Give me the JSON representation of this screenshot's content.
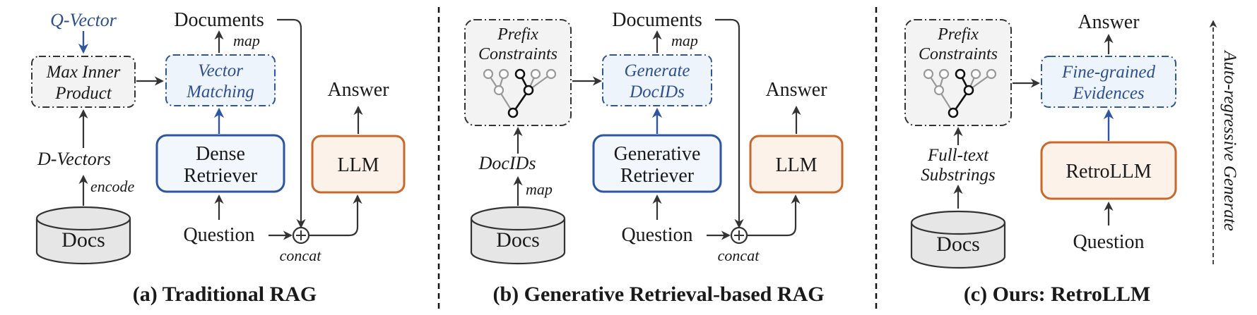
{
  "panel_a": {
    "caption": "(a) Traditional RAG",
    "q_vector": "Q-Vector",
    "max_inner_1": "Max Inner",
    "max_inner_2": "Product",
    "vector_matching_1": "Vector",
    "vector_matching_2": "Matching",
    "documents": "Documents",
    "map": "map",
    "d_vectors": "D-Vectors",
    "encode": "encode",
    "docs": "Docs",
    "retriever_1": "Dense",
    "retriever_2": "Retriever",
    "llm": "LLM",
    "answer": "Answer",
    "question": "Question",
    "concat": "concat"
  },
  "panel_b": {
    "caption": "(b) Generative Retrieval-based RAG",
    "prefix_1": "Prefix",
    "prefix_2": "Constraints",
    "generate_1": "Generate",
    "generate_2": "DocIDs",
    "documents": "Documents",
    "map_top": "map",
    "docids": "DocIDs",
    "map_bottom": "map",
    "docs": "Docs",
    "retriever_1": "Generative",
    "retriever_2": "Retriever",
    "llm": "LLM",
    "answer": "Answer",
    "question": "Question",
    "concat": "concat"
  },
  "panel_c": {
    "caption": "(c) Ours: RetroLLM",
    "prefix_1": "Prefix",
    "prefix_2": "Constraints",
    "evidence_1": "Fine-grained",
    "evidence_2": "Evidences",
    "answer": "Answer",
    "substrings_1": "Full-text",
    "substrings_2": "Substrings",
    "docs": "Docs",
    "retrollm": "RetroLLM",
    "question": "Question",
    "autoregressive": "Auto-regressive Generate"
  }
}
